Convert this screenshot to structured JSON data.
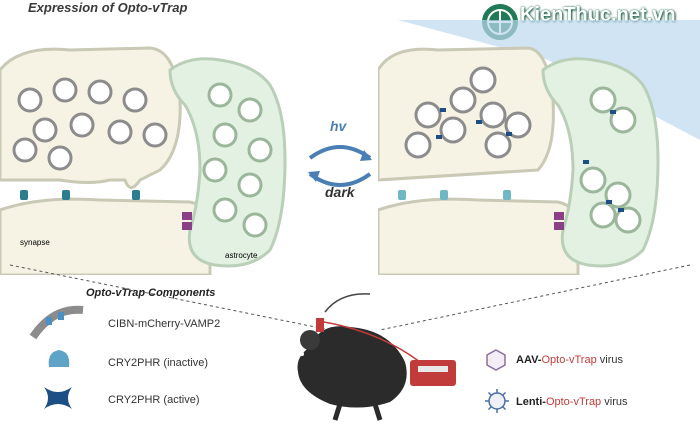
{
  "title": "Expression of Opto-vTrap",
  "transition": {
    "light": "hv",
    "dark": "dark"
  },
  "cell_labels": {
    "synapse": "synapse",
    "astrocyte": "astrocyte"
  },
  "components": {
    "title": "Opto-vTrap Components",
    "items": [
      {
        "label": "CIBN-mCherry-VAMP2"
      },
      {
        "label": "CRY2PHR (inactive)"
      },
      {
        "label": "CRY2PHR (active)"
      }
    ]
  },
  "viruses": [
    {
      "prefix": "AAV-",
      "name": "Opto-vTrap",
      "suffix": " virus"
    },
    {
      "prefix": "Lenti-",
      "name": "Opto-vTrap",
      "suffix": " virus"
    }
  ],
  "watermark": {
    "text": "KienThuc.net.vn"
  },
  "colors": {
    "vesicle_ring": "#8c8c8c",
    "cry2_inactive": "#5fa3c7",
    "cry2_active": "#1d4f86",
    "astro_fill": "#e3f1e2",
    "neuron_fill": "#f6f3e4",
    "light_beam": "#bcd8ee",
    "logo_green": "#1f7a55"
  }
}
